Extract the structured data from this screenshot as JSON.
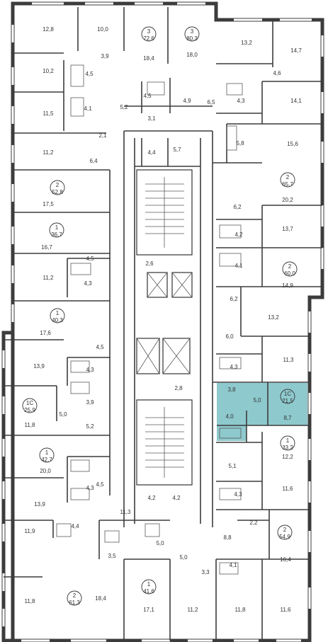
{
  "rooms": [
    {
      "id": "r1",
      "label": "12,8"
    },
    {
      "id": "r2",
      "label": "10,0"
    },
    {
      "id": "r3",
      "label": "18,4"
    },
    {
      "id": "r4",
      "label": "18,0"
    },
    {
      "id": "r5",
      "label": "13,2"
    },
    {
      "id": "r6",
      "label": "14,7"
    },
    {
      "id": "r7",
      "label": "3,9"
    },
    {
      "id": "r8",
      "label": "10,2"
    },
    {
      "id": "r9",
      "label": "4,5"
    },
    {
      "id": "r10",
      "label": "4,6"
    },
    {
      "id": "r11",
      "label": "11,5"
    },
    {
      "id": "r12",
      "label": "4,1"
    },
    {
      "id": "r13",
      "label": "5,2"
    },
    {
      "id": "r14",
      "label": "4,5"
    },
    {
      "id": "r15",
      "label": "4,9"
    },
    {
      "id": "r16",
      "label": "6,5"
    },
    {
      "id": "r17",
      "label": "4,3"
    },
    {
      "id": "r18",
      "label": "14,1"
    },
    {
      "id": "r19",
      "label": "3,1"
    },
    {
      "id": "r20",
      "label": "2,1"
    },
    {
      "id": "r21",
      "label": "11,2"
    },
    {
      "id": "r22",
      "label": "5,8"
    },
    {
      "id": "r23",
      "label": "15,6"
    },
    {
      "id": "r24",
      "label": "6,4"
    },
    {
      "id": "r25",
      "label": "4,4"
    },
    {
      "id": "r26",
      "label": "5,7"
    },
    {
      "id": "r27",
      "label": "17,5"
    },
    {
      "id": "r28",
      "label": "20,2"
    },
    {
      "id": "r29",
      "label": "6,2"
    },
    {
      "id": "r30",
      "label": "4,2"
    },
    {
      "id": "r31",
      "label": "13,7"
    },
    {
      "id": "r32",
      "label": "16,7"
    },
    {
      "id": "r33",
      "label": "4,5"
    },
    {
      "id": "r34",
      "label": "2,6"
    },
    {
      "id": "r35",
      "label": "4,1"
    },
    {
      "id": "r36",
      "label": "11,2"
    },
    {
      "id": "r37",
      "label": "4,3"
    },
    {
      "id": "r38",
      "label": "14,9"
    },
    {
      "id": "r39",
      "label": "6,2"
    },
    {
      "id": "r40",
      "label": "13,2"
    },
    {
      "id": "r41",
      "label": "17,6"
    },
    {
      "id": "r42",
      "label": "6,0"
    },
    {
      "id": "r43",
      "label": "4,5"
    },
    {
      "id": "r44",
      "label": "13,9"
    },
    {
      "id": "r45",
      "label": "11,3"
    },
    {
      "id": "r46",
      "label": "4,3"
    },
    {
      "id": "r47",
      "label": "4,3"
    },
    {
      "id": "r48",
      "label": "2,8"
    },
    {
      "id": "r49",
      "label": "3,9"
    },
    {
      "id": "r50",
      "label": "3,8"
    },
    {
      "id": "r51",
      "label": "5,0"
    },
    {
      "id": "r52",
      "label": "5,0"
    },
    {
      "id": "r53",
      "label": "11,8"
    },
    {
      "id": "r54",
      "label": "5,2"
    },
    {
      "id": "r55",
      "label": "4,0"
    },
    {
      "id": "r56",
      "label": "8,7"
    },
    {
      "id": "r57",
      "label": "12,2"
    },
    {
      "id": "r58",
      "label": "20,0"
    },
    {
      "id": "r59",
      "label": "5,1"
    },
    {
      "id": "r60",
      "label": "4,5"
    },
    {
      "id": "r61",
      "label": "13,9"
    },
    {
      "id": "r62",
      "label": "4,2"
    },
    {
      "id": "r63",
      "label": "4,2"
    },
    {
      "id": "r64",
      "label": "4,3"
    },
    {
      "id": "r65",
      "label": "11,6"
    },
    {
      "id": "r66",
      "label": "4,3"
    },
    {
      "id": "r67",
      "label": "11,3"
    },
    {
      "id": "r68",
      "label": "2,2"
    },
    {
      "id": "r69",
      "label": "8,8"
    },
    {
      "id": "r70",
      "label": "11,9"
    },
    {
      "id": "r71",
      "label": "4,4"
    },
    {
      "id": "r72",
      "label": "5,0"
    },
    {
      "id": "r73",
      "label": "3,5"
    },
    {
      "id": "r74",
      "label": "5,0"
    },
    {
      "id": "r75",
      "label": "3,3"
    },
    {
      "id": "r76",
      "label": "4,1"
    },
    {
      "id": "r77",
      "label": "16,4"
    },
    {
      "id": "r78",
      "label": "11,8"
    },
    {
      "id": "r79",
      "label": "18,4"
    },
    {
      "id": "r80",
      "label": "17,1"
    },
    {
      "id": "r81",
      "label": "11,2"
    },
    {
      "id": "r82",
      "label": "11,8"
    },
    {
      "id": "r83",
      "label": "11,6"
    }
  ],
  "units": [
    {
      "id": "u1",
      "rooms": "3",
      "area": "72,6"
    },
    {
      "id": "u2",
      "rooms": "3",
      "area": "80,3"
    },
    {
      "id": "u3",
      "rooms": "2",
      "area": "52,8"
    },
    {
      "id": "u4",
      "rooms": "2",
      "area": "65,7"
    },
    {
      "id": "u5",
      "rooms": "1",
      "area": "36,7"
    },
    {
      "id": "u6",
      "rooms": "2",
      "area": "60,0"
    },
    {
      "id": "u7",
      "rooms": "1",
      "area": "40,3"
    },
    {
      "id": "u8",
      "rooms": "1С",
      "area": "25,9"
    },
    {
      "id": "u9",
      "rooms": "1С",
      "area": "21,5",
      "highlighted": true
    },
    {
      "id": "u10",
      "rooms": "1",
      "area": "33,2"
    },
    {
      "id": "u11",
      "rooms": "1",
      "area": "42,7"
    },
    {
      "id": "u12",
      "rooms": "2",
      "area": "54,9"
    },
    {
      "id": "u13",
      "rooms": "2",
      "area": "61,3"
    },
    {
      "id": "u14",
      "rooms": "1",
      "area": "41,6"
    }
  ],
  "colors": {
    "wall": "#3c3c3c",
    "highlight": "#7ac0c4",
    "background": "#ffffff"
  }
}
